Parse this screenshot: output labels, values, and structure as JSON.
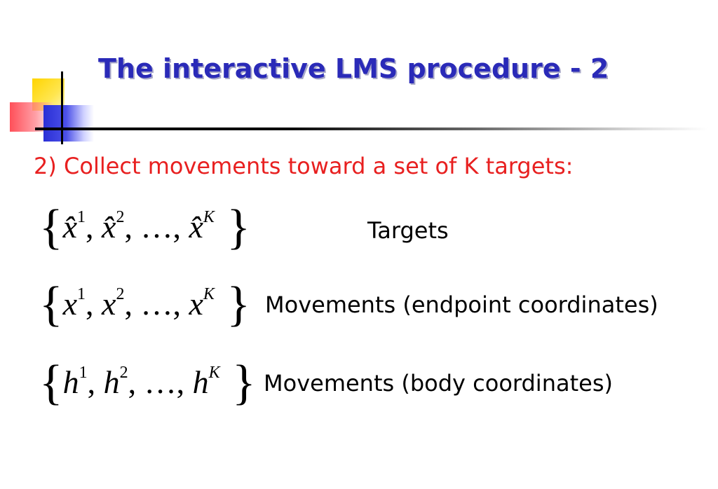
{
  "title": "The interactive LMS procedure -  2",
  "subtitle": "2) Collect movements toward a set of  K targets:",
  "rows": [
    {
      "formula": {
        "symbol": "x̂",
        "sep": ", ",
        "ellipsis": "…",
        "exps": [
          "1",
          "2",
          "K"
        ]
      },
      "label": "Targets"
    },
    {
      "formula": {
        "symbol": "x",
        "sep": ", ",
        "ellipsis": "…",
        "exps": [
          "1",
          "2",
          "K"
        ]
      },
      "label": "Movements (endpoint coordinates)"
    },
    {
      "formula": {
        "symbol": "h",
        "sep": ", ",
        "ellipsis": "…",
        "exps": [
          "1",
          "2",
          "K"
        ]
      },
      "label": "Movements (body coordinates)"
    }
  ],
  "colors": {
    "title": "#2a2ab8",
    "subtitle": "#e82020",
    "logo_yellow": "#ffd400",
    "logo_red": "#ff4650",
    "logo_blue": "#2b2fd6"
  }
}
